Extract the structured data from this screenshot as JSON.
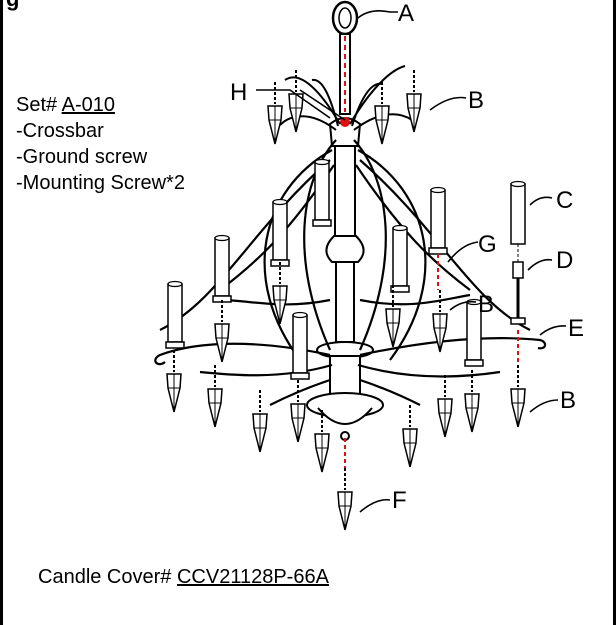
{
  "header_fragment": "g",
  "set": {
    "label": "Set#",
    "number": "A-010",
    "items": [
      "-Crossbar",
      "-Ground screw",
      "-Mounting Screw*2"
    ]
  },
  "candle_cover": {
    "label": "Candle Cover#",
    "number": "CCV21128P-66A"
  },
  "callouts": {
    "a": "A",
    "b1": "B",
    "b2": "B",
    "b3": "B",
    "c": "C",
    "d": "D",
    "e": "E",
    "f": "F",
    "g": "G",
    "h": "H"
  }
}
